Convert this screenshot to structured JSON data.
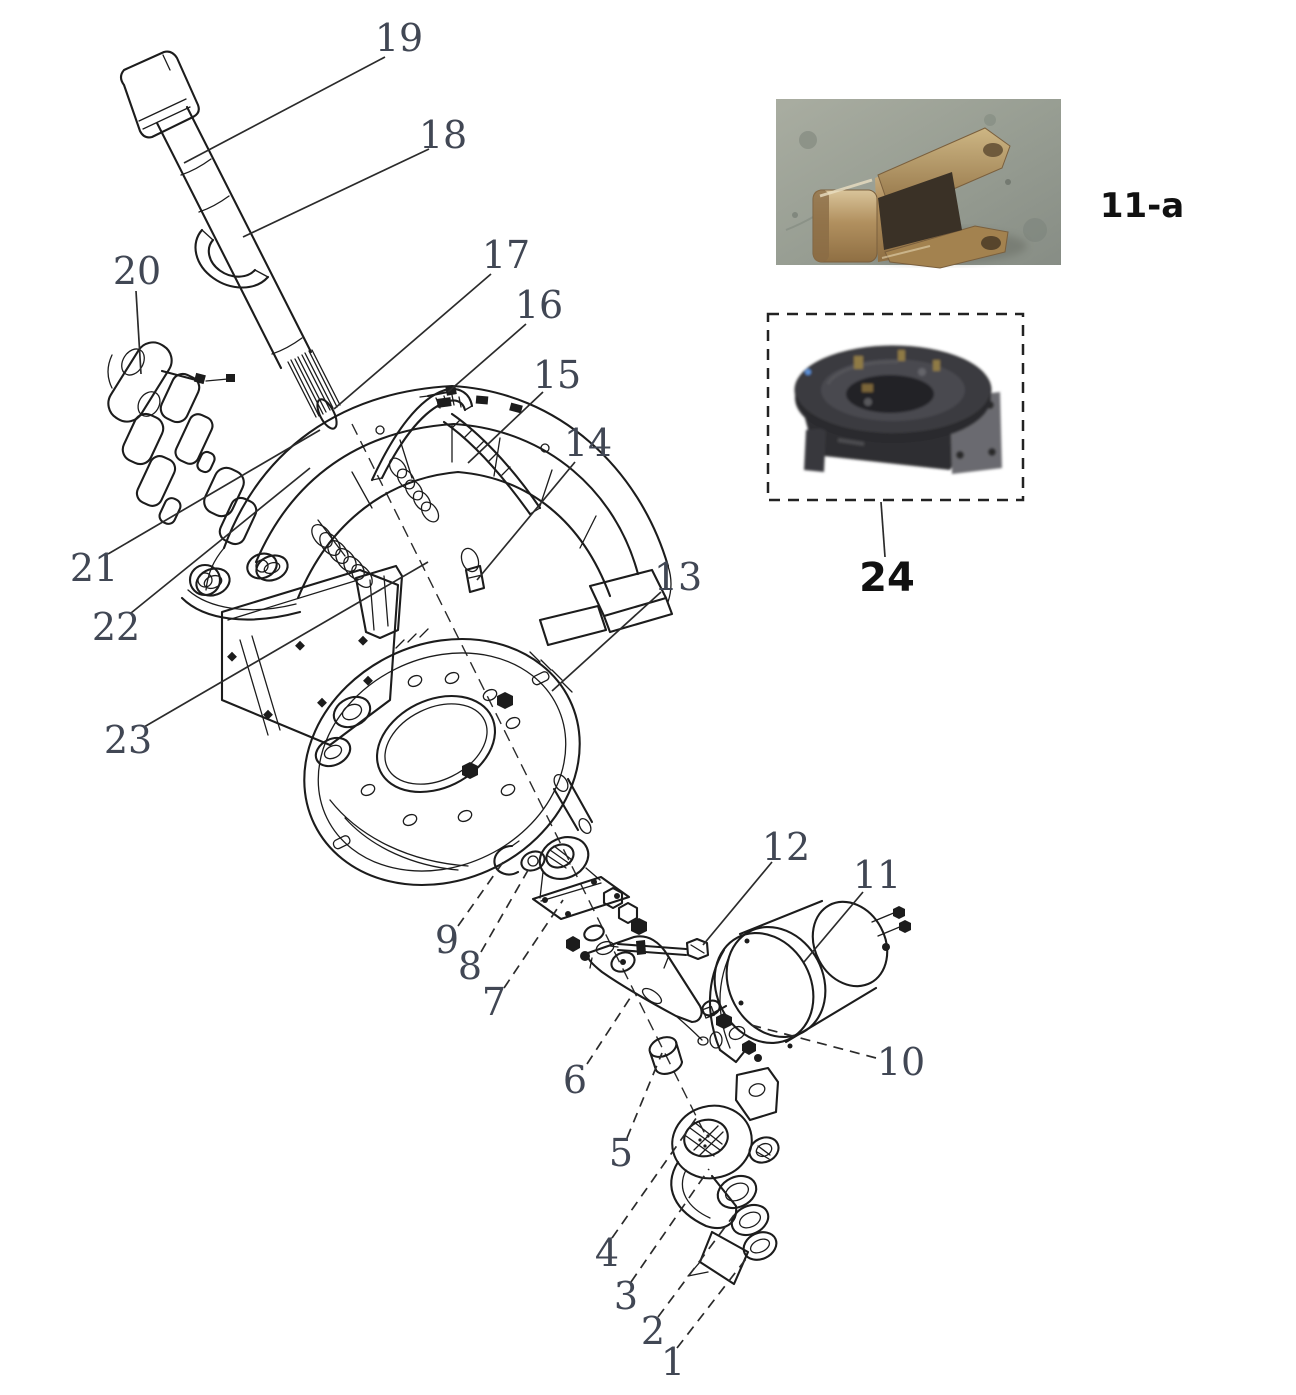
{
  "page": {
    "background": "#ffffff"
  },
  "diagram": {
    "type": "exploded-parts-diagram",
    "line_color": "#1c1c1c",
    "callout_color": "#414754",
    "callouts": {
      "p1": "1",
      "p2": "2",
      "p3": "3",
      "p4": "4",
      "p5": "5",
      "p6": "6",
      "p7": "7",
      "p8": "8",
      "p9": "9",
      "p10": "10",
      "p11": "11",
      "p12": "12",
      "p13": "13",
      "p14": "14",
      "p15": "15",
      "p16": "16",
      "p17": "17",
      "p18": "18",
      "p19": "19",
      "p20": "20",
      "p21": "21",
      "p22": "22",
      "p23": "23"
    }
  },
  "insets": {
    "yoke": {
      "label": "11-a",
      "background": "#9aa094",
      "metal": "#b99c6e"
    },
    "brake": {
      "label": "24",
      "body": "#39393d",
      "flange": "#6e6e73",
      "accent": "#8f7a45"
    }
  }
}
